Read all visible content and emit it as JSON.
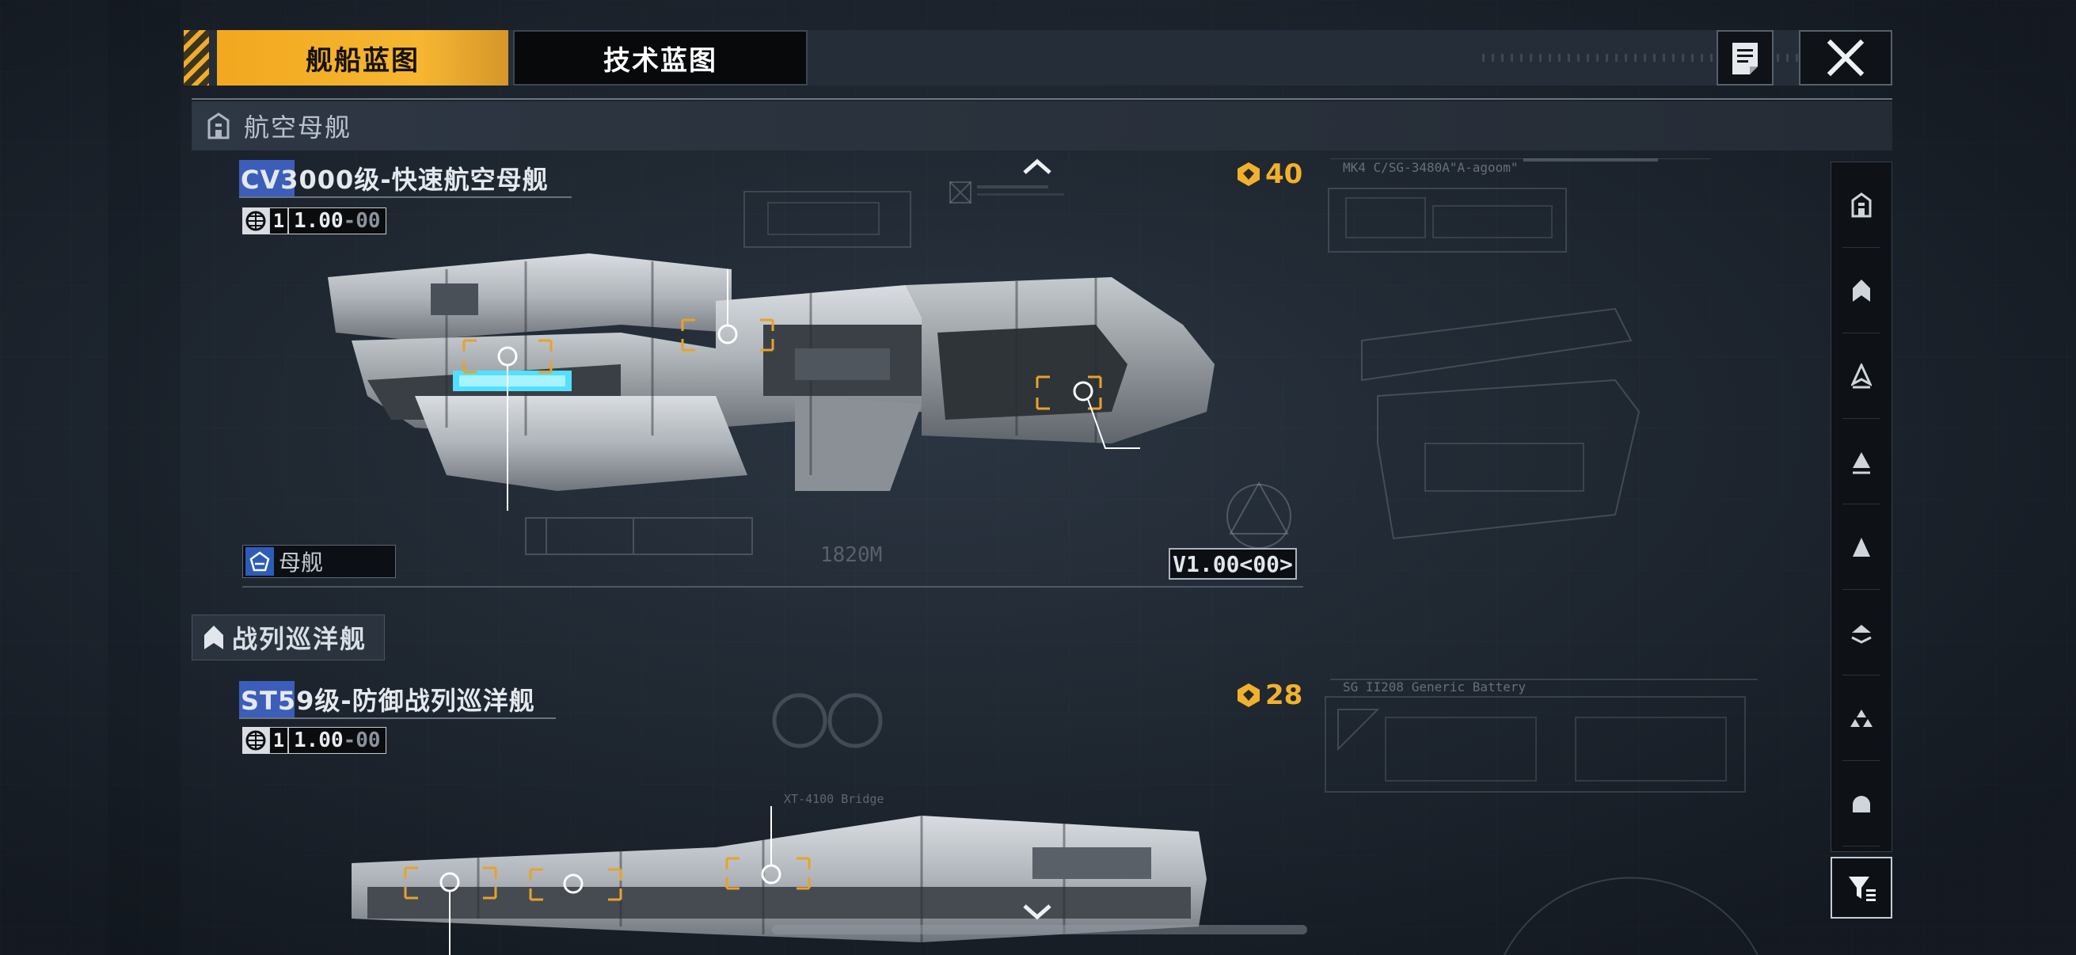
{
  "tabs": [
    {
      "label": "舰船蓝图",
      "active": true
    },
    {
      "label": "技术蓝图",
      "active": false
    }
  ],
  "icons": {
    "memo": "memo-icon",
    "close": "close-icon",
    "filter": "filter-icon"
  },
  "sections": [
    {
      "label": "航空母舰",
      "icon": "carrier-class-icon"
    },
    {
      "label": "战列巡洋舰",
      "icon": "battlecruiser-class-icon"
    }
  ],
  "ships": [
    {
      "title": "CV3000级-快速航空母舰",
      "level_prefix": "1",
      "level": "1.00",
      "level_suffix": "-00",
      "cost": "40",
      "type_label": "母舰",
      "version": "V1.00<00>",
      "length": "1820M",
      "schematic_label": "MK4 C/SG-3480A\"A-agoom\""
    },
    {
      "title": "ST59级-防御战列巡洋舰",
      "level_prefix": "1",
      "level": "1.00",
      "level_suffix": "-00",
      "cost": "28",
      "schematic_label": "SG II208 Generic Battery",
      "bridge_label": "XT-4100 Bridge"
    }
  ],
  "rail_items": [
    "carrier-class-icon",
    "battlecruiser-class-icon",
    "destroyer-class-icon",
    "cruiser-class-icon",
    "frigate-class-icon",
    "corvette-class-icon",
    "fighter-class-icon",
    "auxiliary-class-icon"
  ],
  "colors": {
    "accent": "#f2a81f",
    "background": "#1f2731",
    "type_badge": "#2d5cb8",
    "cost": "#f2b12c"
  }
}
